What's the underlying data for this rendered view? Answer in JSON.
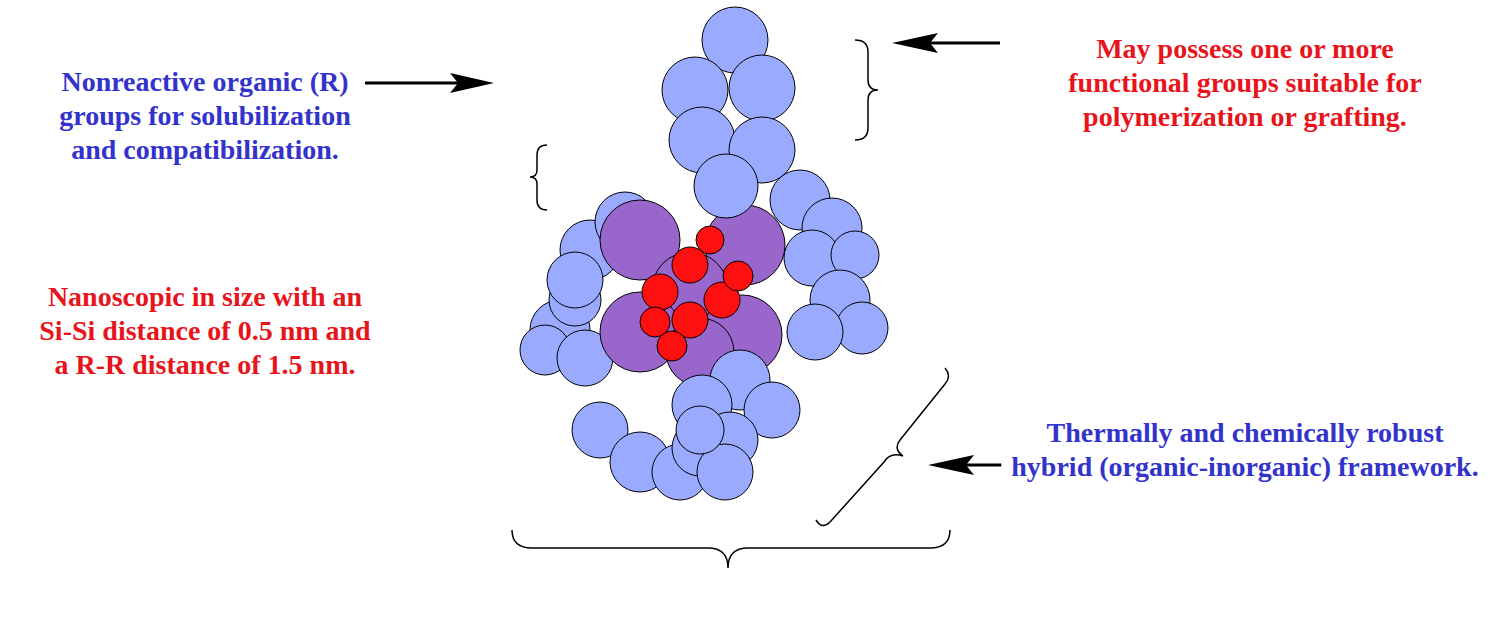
{
  "diagram": {
    "labels": [
      "May possess one or more functional groups suitable for polymerization or grafting.",
      "Nonreactive organic (R) groups for solubilization and compatibilization.",
      "Nanoscopic in size with an Si-Si distance of 0.5 nm and a R-R distance of 1.5 nm.",
      "Thermally and chemically robust hybrid (organic-inorganic) framework."
    ]
  }
}
